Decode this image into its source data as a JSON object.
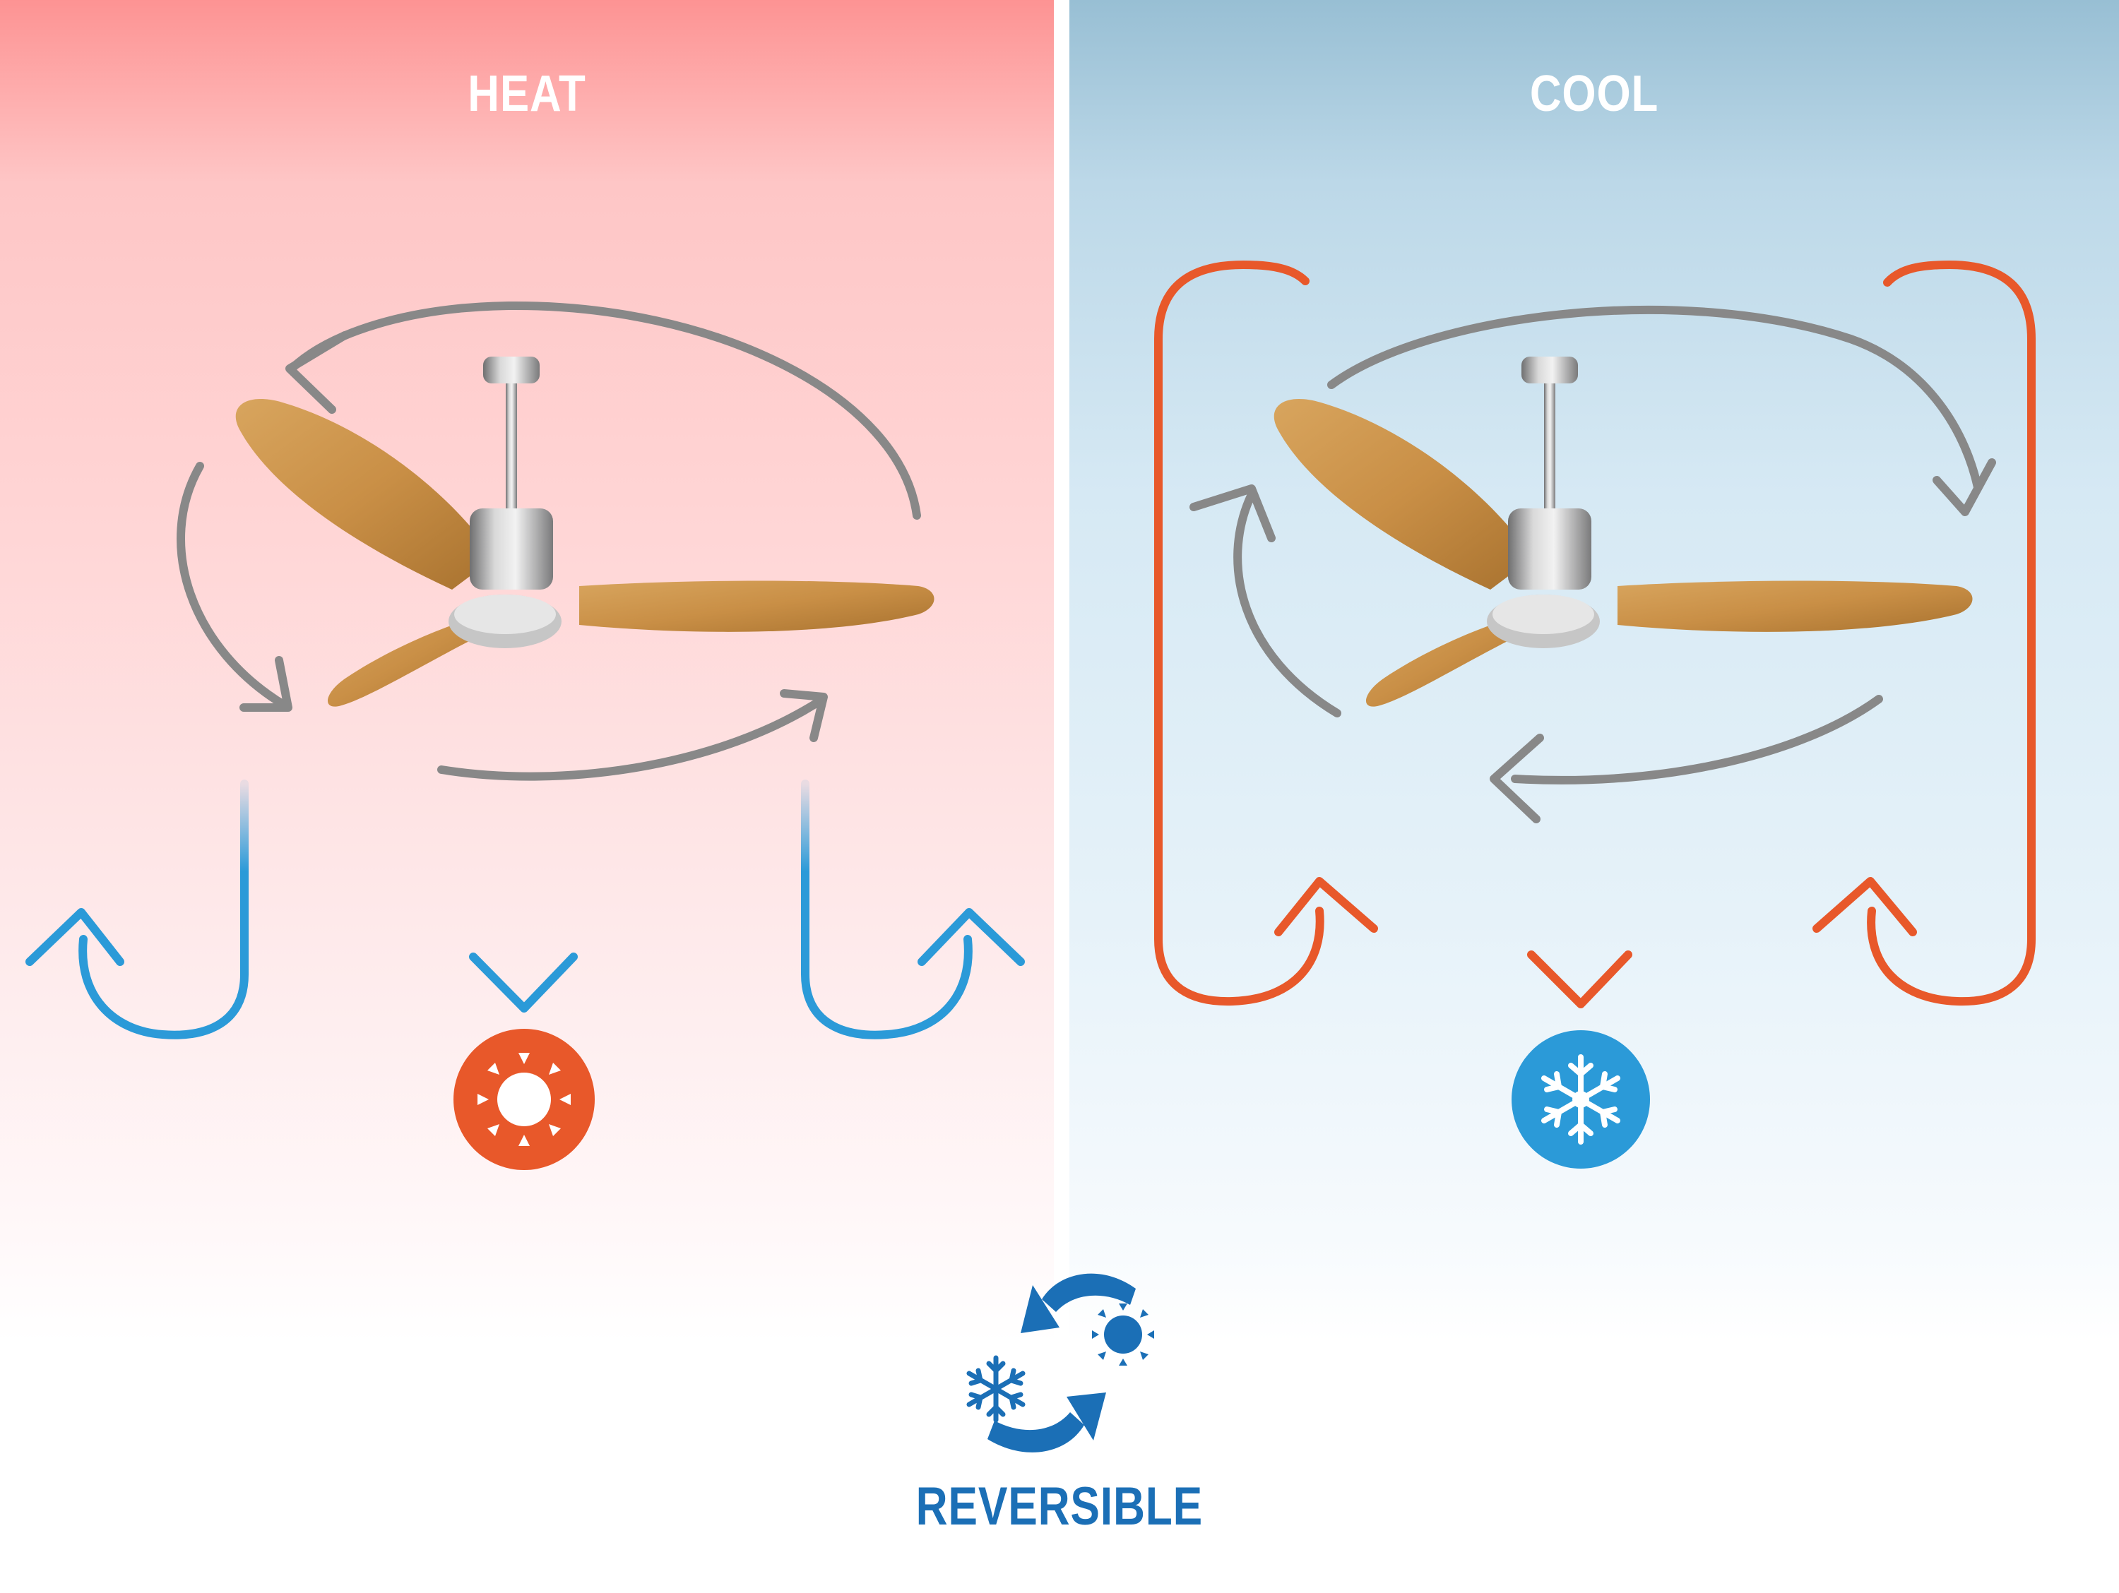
{
  "panels": {
    "heat": {
      "title": "HEAT"
    },
    "cool": {
      "title": "COOL"
    }
  },
  "footer": {
    "label": "REVERSIBLE"
  },
  "icons": {
    "heat_icon": "sun-icon",
    "cool_icon": "snowflake-icon",
    "reversible_icon": "reversible-cycle-icon"
  },
  "colors": {
    "heat_band": "#fd9393",
    "cool_band": "#98bfd4",
    "gray_arrow": "#888888",
    "blue_air": "#2b9ad8",
    "orange_air": "#e8582a",
    "footer_text": "#1b6fb6"
  }
}
